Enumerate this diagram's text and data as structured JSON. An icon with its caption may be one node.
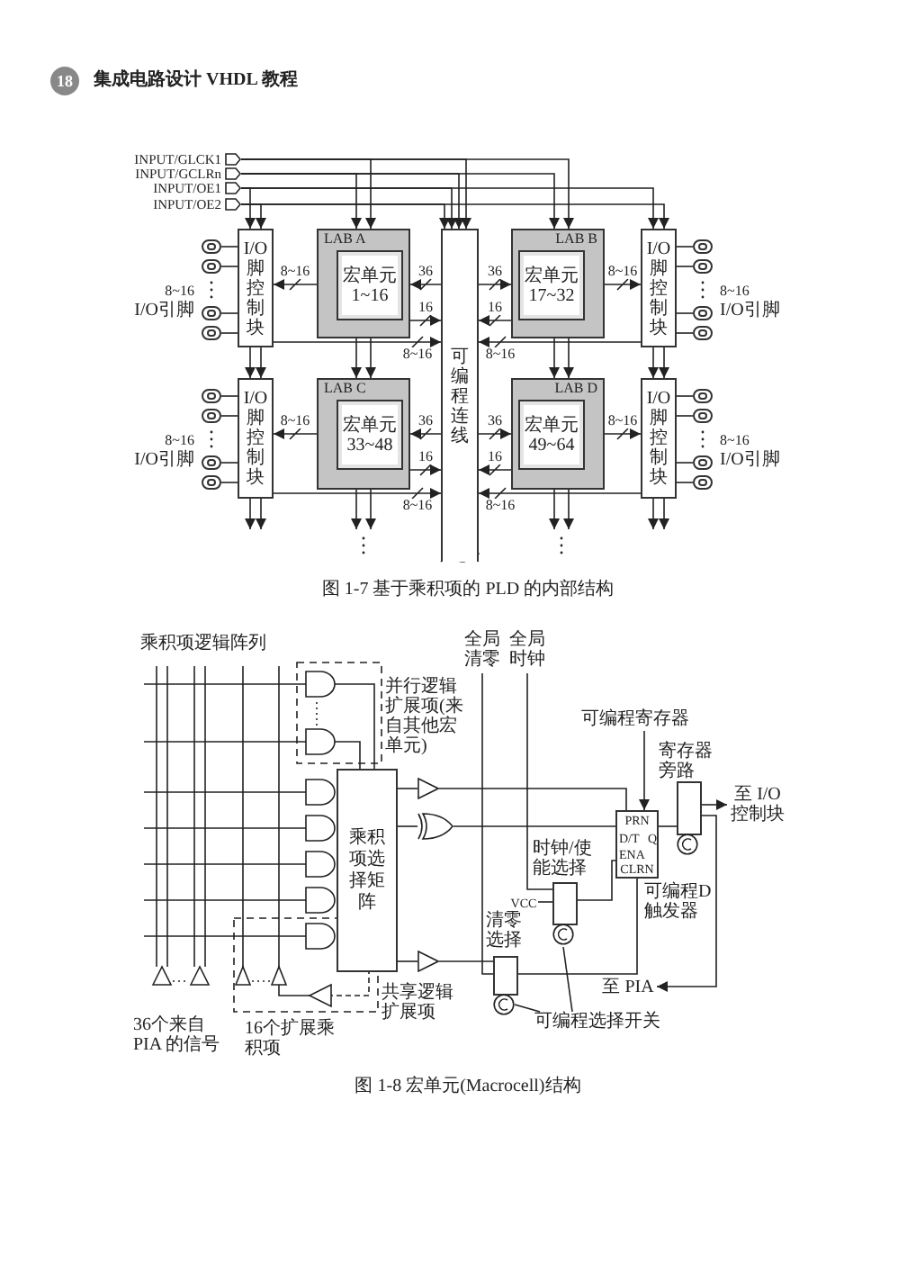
{
  "diagram": {
    "nodes": [
      {
        "text": [
          "INPUT/GLCK1"
        ]
      },
      {
        "text": [
          "INPUT/GCLRn"
        ]
      },
      {
        "text": [
          "INPUT/OE1"
        ]
      },
      {
        "text": [
          "INPUT/OE2"
        ]
      },
      {
        "text": [
          "I/O脚控制块"
        ]
      },
      {
        "text": [
          "LAB A"
        ]
      },
      {
        "text": [
          "宏单元 1~16"
        ],
        "in": 5
      },
      {
        "text": [
          "可编程连线"
        ]
      },
      {
        "text": [
          "LAB B"
        ]
      },
      {
        "text": [
          "宏单元 17~32"
        ],
        "in": 8
      },
      {
        "text": [
          "I/O脚控制块"
        ]
      },
      {
        "text": [
          "I/O脚控制块"
        ]
      },
      {
        "text": [
          "LAB C"
        ]
      },
      {
        "text": [
          "宏单元 33~48"
        ],
        "in": 12
      },
      {
        "text": [
          "LAB D"
        ]
      },
      {
        "text": [
          "宏单元 49~64"
        ],
        "in": 14
      },
      {
        "text": [
          "I/O脚控制块"
        ]
      },
      {
        "text": [],
        "shape": "box"
      },
      {
        "text": [],
        "shape": "box"
      },
      {
        "text": [],
        "shape": "box"
      },
      {
        "text": [],
        "shape": "box"
      },
      {
        "text": [],
        "shape": "box"
      },
      {
        "text": [],
        "shape": "box"
      },
      {
        "text": [],
        "shape": "box"
      },
      {
        "text": [],
        "shape": "box"
      },
      {
        "text": [],
        "shape": "box"
      },
      {
        "text": [],
        "shape": "box"
      },
      {
        "text": [],
        "shape": "box"
      },
      {
        "text": [],
        "shape": "box"
      },
      {
        "text": [],
        "shape": "box"
      },
      {
        "text": [],
        "shape": "box"
      },
      {
        "text": [],
        "shape": "box"
      },
      {
        "text": [],
        "shape": "box"
      },
      {
        "text": [
          "全局清零"
        ]
      },
      {
        "text": [
          "全局时钟"
        ]
      },
      {
        "text": [
          "乘积项选择矩阵"
        ]
      },
      {
        "text": [],
        "shape": "triangle"
      },
      {
        "text": [],
        "shape": "gate"
      },
      {
        "text": [
          "可编程寄存器"
        ]
      },
      {
        "text": [
          "PRN",
          "D/T",
          "Q",
          "ENA",
          "CLRN"
        ],
        "beside": [
          "可编程D触发器"
        ]
      },
      {
        "text": [],
        "shape": "box",
        "beside": [
          "寄存器旁路"
        ]
      },
      {
        "text": [
          "至 I/O 控制块"
        ]
      },
      {
        "text": [],
        "shape": "box",
        "beside": [
          "时钟/使能选择"
        ]
      },
      {
        "text": [
          "VCC"
        ]
      },
      {
        "text": [],
        "shape": "triangle"
      },
      {
        "text": [],
        "shape": "box",
        "beside": [
          "清零选择"
        ]
      },
      {
        "text": [
          "至 PIA"
        ]
      },
      {
        "text": [
          "可编程选择开关"
        ]
      }
    ],
    "edges": [
      {
        "from": 0,
        "to": 5,
        "arrow": "to"
      },
      {
        "from": 0,
        "to": 7,
        "arrow": "to"
      },
      {
        "from": 0,
        "to": 8,
        "arrow": "to"
      },
      {
        "from": 1,
        "to": 5,
        "arrow": "to"
      },
      {
        "from": 1,
        "to": 7,
        "arrow": "to"
      },
      {
        "from": 1,
        "to": 8,
        "arrow": "to"
      },
      {
        "from": 2,
        "to": 4,
        "arrow": "to"
      },
      {
        "from": 2,
        "to": 7,
        "arrow": "to"
      },
      {
        "from": 2,
        "to": 10,
        "arrow": "to"
      },
      {
        "from": 3,
        "to": 4,
        "arrow": "to"
      },
      {
        "from": 3,
        "to": 7,
        "arrow": "to"
      },
      {
        "from": 3,
        "to": 10,
        "arrow": "to"
      },
      {
        "from": 5,
        "to": 4,
        "arrow": "to",
        "label": "8~16"
      },
      {
        "from": 7,
        "to": 5,
        "arrow": "to",
        "label": "36"
      },
      {
        "from": 7,
        "to": 8,
        "arrow": "to",
        "label": "36"
      },
      {
        "from": 8,
        "to": 10,
        "arrow": "to",
        "label": "8~16"
      },
      {
        "from": 5,
        "to": 7,
        "arrow": "to",
        "label": "16"
      },
      {
        "from": 4,
        "to": 7,
        "arrow": "to",
        "label": "8~16"
      },
      {
        "from": 8,
        "to": 7,
        "arrow": "to",
        "label": "16"
      },
      {
        "from": 10,
        "to": 7,
        "arrow": "to",
        "label": "8~16"
      },
      {
        "from": 4,
        "to": 11,
        "arrow": "to"
      },
      {
        "from": 4,
        "to": 11,
        "arrow": "to"
      },
      {
        "from": 5,
        "to": 12,
        "arrow": "to"
      },
      {
        "from": 5,
        "to": 12,
        "arrow": "to"
      },
      {
        "from": 8,
        "to": 14,
        "arrow": "to"
      },
      {
        "from": 8,
        "to": 14,
        "arrow": "to"
      },
      {
        "from": 10,
        "to": 16,
        "arrow": "to"
      },
      {
        "from": 10,
        "to": 16,
        "arrow": "to"
      },
      {
        "from": 12,
        "to": 11,
        "arrow": "to",
        "label": "8~16"
      },
      {
        "from": 7,
        "to": 12,
        "arrow": "to",
        "label": "36"
      },
      {
        "from": 7,
        "to": 14,
        "arrow": "to",
        "label": "36"
      },
      {
        "from": 14,
        "to": 16,
        "arrow": "to",
        "label": "8~16"
      },
      {
        "from": 12,
        "to": 7,
        "arrow": "to",
        "label": "16"
      },
      {
        "from": 11,
        "to": 7,
        "arrow": "to",
        "label": "8~16"
      },
      {
        "from": 14,
        "to": 7,
        "arrow": "to",
        "label": "16"
      },
      {
        "from": 16,
        "to": 7,
        "arrow": "to",
        "label": "8~16"
      },
      {
        "from": 11,
        "to": null,
        "arrow": "to"
      },
      {
        "from": 11,
        "to": null,
        "arrow": "to"
      },
      {
        "from": 12,
        "to": null,
        "arrow": "to"
      },
      {
        "from": 12,
        "to": null,
        "arrow": "to"
      },
      {
        "from": 14,
        "to": null,
        "arrow": "to"
      },
      {
        "from": 14,
        "to": null,
        "arrow": "to"
      },
      {
        "from": 16,
        "to": null,
        "arrow": "to"
      },
      {
        "from": 16,
        "to": null,
        "arrow": "to"
      },
      {
        "from": 17,
        "to": 4,
        "arrow": "none"
      },
      {
        "from": 18,
        "to": 4,
        "arrow": "none"
      },
      {
        "from": 19,
        "to": 4,
        "arrow": "none"
      },
      {
        "from": 20,
        "to": 4,
        "arrow": "none"
      },
      {
        "from": 21,
        "to": 10,
        "arrow": "none"
      },
      {
        "from": 22,
        "to": 10,
        "arrow": "none"
      },
      {
        "from": 23,
        "to": 10,
        "arrow": "none"
      },
      {
        "from": 24,
        "to": 10,
        "arrow": "none"
      },
      {
        "from": 25,
        "to": 11,
        "arrow": "none"
      },
      {
        "from": 26,
        "to": 11,
        "arrow": "none"
      },
      {
        "from": 27,
        "to": 11,
        "arrow": "none"
      },
      {
        "from": 28,
        "to": 11,
        "arrow": "none"
      },
      {
        "from": 29,
        "to": 16,
        "arrow": "none"
      },
      {
        "from": 30,
        "to": 16,
        "arrow": "none"
      },
      {
        "from": 31,
        "to": 16,
        "arrow": "none"
      },
      {
        "from": 32,
        "to": 16,
        "arrow": "none"
      },
      {
        "from": 35,
        "to": 36,
        "arrow": "none"
      },
      {
        "from": 36,
        "to": 39,
        "arrow": "none"
      },
      {
        "from": 35,
        "to": 37,
        "arrow": "none"
      },
      {
        "from": 37,
        "to": 39,
        "arrow": "none"
      },
      {
        "from": 39,
        "to": 40,
        "arrow": "none"
      },
      {
        "from": 40,
        "to": 41,
        "arrow": "to"
      },
      {
        "from": 40,
        "to": 46,
        "arrow": "to"
      },
      {
        "from": 34,
        "to": 42,
        "arrow": "none"
      },
      {
        "from": 42,
        "to": 39,
        "arrow": "none"
      },
      {
        "from": 33,
        "to": 45,
        "arrow": "none"
      },
      {
        "from": 45,
        "to": 39,
        "arrow": "none"
      },
      {
        "from": 35,
        "to": 44,
        "arrow": "none"
      },
      {
        "from": 44,
        "to": 45,
        "arrow": "none"
      },
      {
        "from": 38,
        "to": 39,
        "arrow": "to"
      },
      {
        "from": 47,
        "to": 45,
        "arrow": "none"
      },
      {
        "from": 47,
        "to": 42,
        "arrow": "none"
      },
      {
        "from": 43,
        "to": 42,
        "arrow": "none"
      }
    ],
    "labels": [
      "18",
      "集成电路设计 VHDL 教程",
      "8~16",
      "I/O引脚",
      "8~16",
      "I/O引脚",
      "8~16",
      "I/O引脚",
      "8~16",
      "I/O引脚",
      "图 1-7 基于乘积项的 PLD 的内部结构",
      "乘积项逻辑阵列",
      "并行逻辑扩展项(来自其他宏单元)",
      "共享逻辑扩展项",
      "36个来自PIA 的信号",
      "16个扩展乘积项",
      "图 1-8 宏单元(Macrocell)结构"
    ]
  }
}
